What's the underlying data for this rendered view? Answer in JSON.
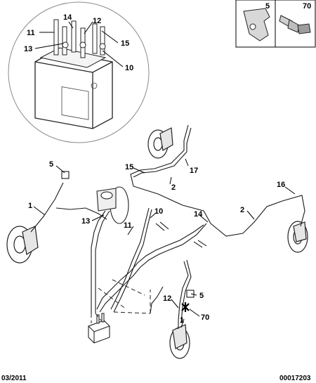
{
  "callouts": {
    "c11_top": "11",
    "c13_top": "13",
    "c14_top": "14",
    "c12_top": "12",
    "c15_top": "15",
    "c10_top": "10",
    "c15_mid": "15",
    "c17": "17",
    "c2_mid": "2",
    "c5_left": "5",
    "c1_left": "1",
    "c13_mid": "13",
    "c10_mid": "10",
    "c11_mid": "11",
    "c14_mid": "14",
    "c2_right": "2",
    "c16": "16",
    "c5_lower": "5",
    "c12_lower": "12",
    "c70_lower": "70",
    "c1_lower": "1"
  },
  "inset": {
    "label_left": "5",
    "label_right": "70"
  },
  "footer": {
    "date": "03/2011",
    "reference": "00017203"
  }
}
